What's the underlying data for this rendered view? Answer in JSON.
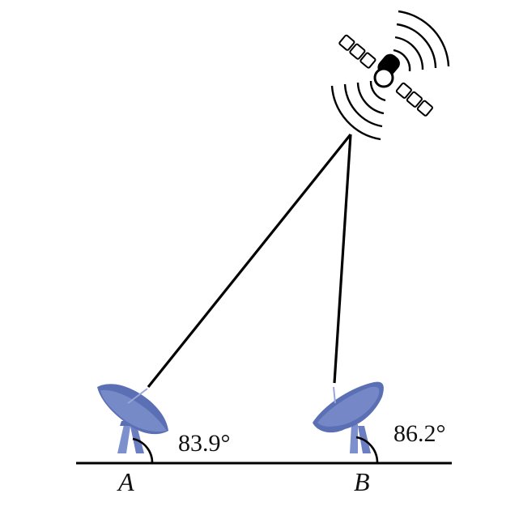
{
  "diagram": {
    "points": {
      "a": {
        "label": "A"
      },
      "b": {
        "label": "B"
      }
    },
    "angles": {
      "a": {
        "label": "83.9°"
      },
      "b": {
        "label": "86.2°"
      }
    },
    "icons": {
      "satellite": "satellite-icon",
      "dish": "satellite-dish-icon"
    },
    "colors": {
      "dish": "#5a6fb4",
      "dish_light": "#8fa0d8",
      "line": "#000000"
    }
  }
}
